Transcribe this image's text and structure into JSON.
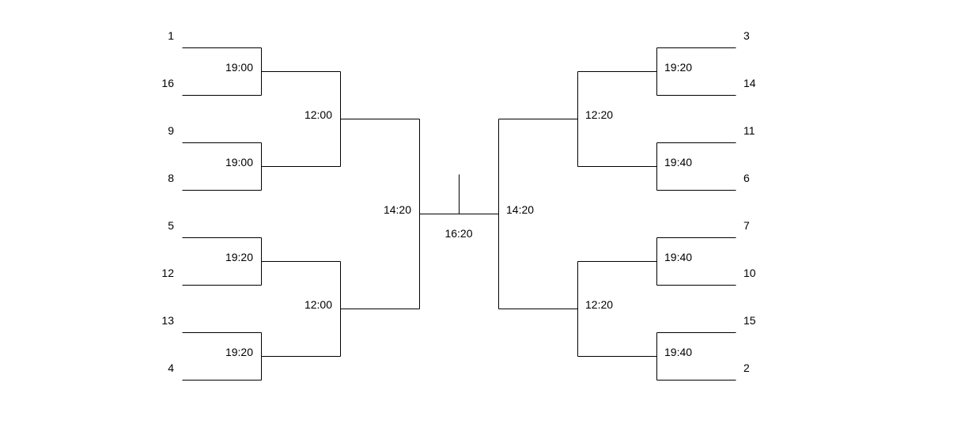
{
  "bracket": {
    "left": {
      "seeds": [
        "1",
        "16",
        "9",
        "8",
        "5",
        "12",
        "13",
        "4"
      ],
      "round1_times": [
        "19:00",
        "19:00",
        "19:20",
        "19:20"
      ],
      "round2_times": [
        "12:00",
        "12:00"
      ],
      "semifinal_time": "14:20"
    },
    "right": {
      "seeds": [
        "3",
        "14",
        "11",
        "6",
        "7",
        "10",
        "15",
        "2"
      ],
      "round1_times": [
        "19:20",
        "19:40",
        "19:40",
        "19:40"
      ],
      "round2_times": [
        "12:20",
        "12:20"
      ],
      "semifinal_time": "14:20"
    },
    "final_time": "16:20",
    "line_color": "#000000",
    "text_color": "#000000"
  }
}
